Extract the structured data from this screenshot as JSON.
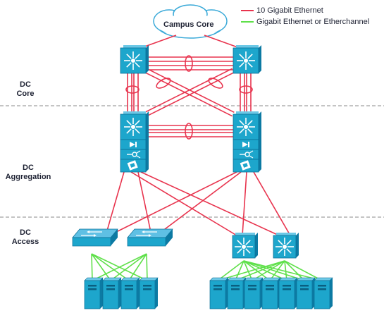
{
  "cloud": {
    "label": "Campus Core"
  },
  "legend": {
    "items": [
      {
        "label": "10 Gigabit Ethernet",
        "color": "#e8344e"
      },
      {
        "label": "Gigabit Ethernet or Etherchannel",
        "color": "#5fe04a"
      }
    ]
  },
  "layers": [
    {
      "line1": "DC",
      "line2": "Core"
    },
    {
      "line1": "DC",
      "line2": "Aggregation"
    },
    {
      "line1": "DC",
      "line2": "Access"
    }
  ],
  "colors": {
    "device_fill": "#1da6cc",
    "device_dark": "#0c7aa3",
    "link_red": "#e8344e",
    "link_green": "#5fe04a",
    "divider": "#888888"
  },
  "icons": {
    "core_switch": "multilayer-switch-icon",
    "service_module": "service-module-icon",
    "access_switch": "workgroup-switch-icon",
    "server": "server-icon"
  }
}
